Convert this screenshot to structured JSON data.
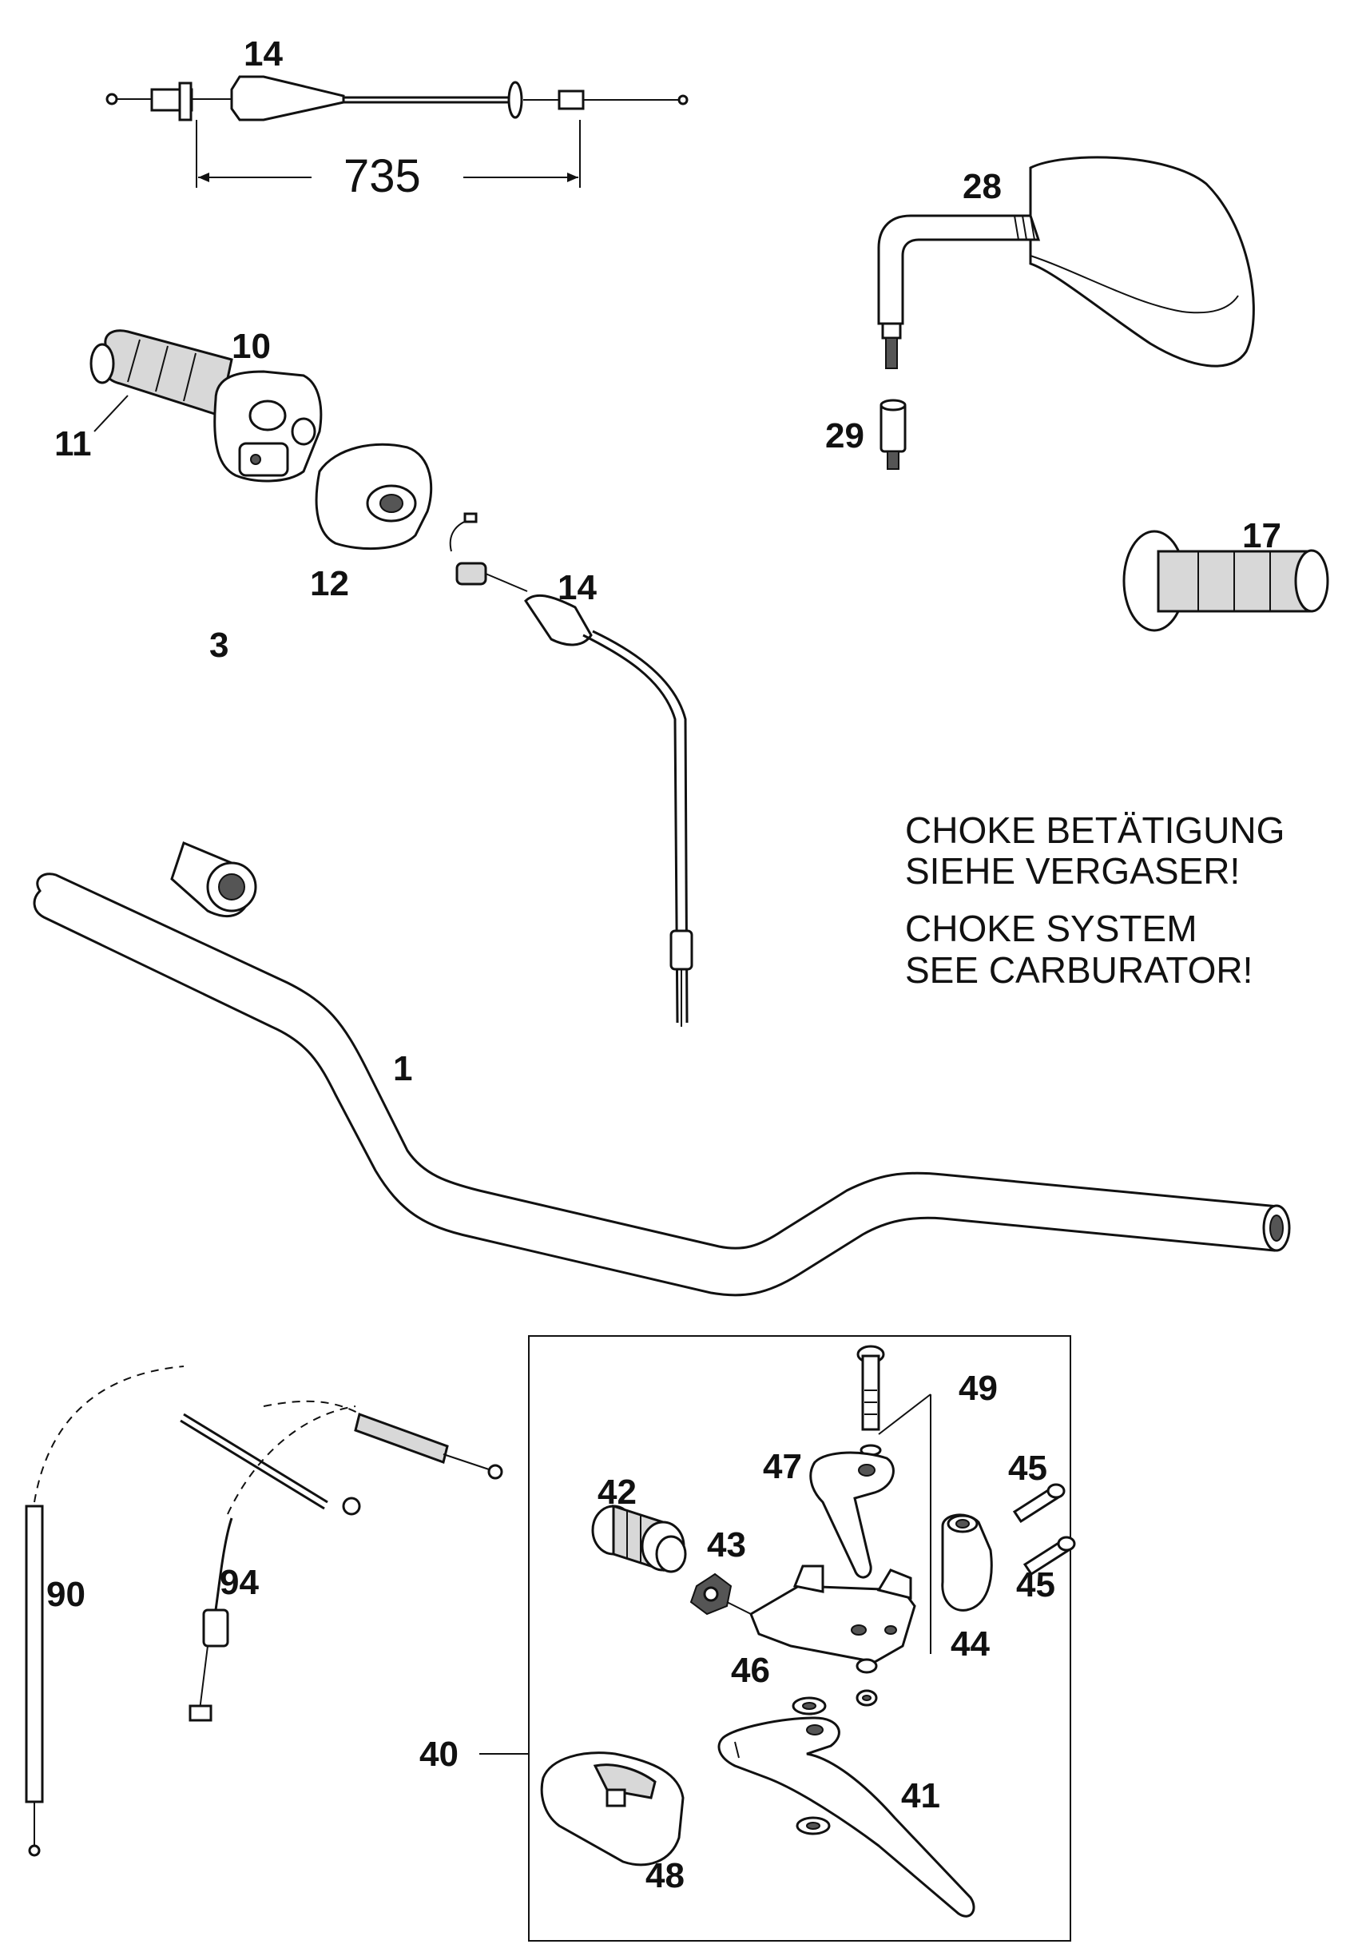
{
  "labels": {
    "p14_top": "14",
    "dim_735": "735",
    "p28": "28",
    "p10": "10",
    "p11": "11",
    "p29": "29",
    "p12": "12",
    "p14_mid": "14",
    "p17": "17",
    "p3": "3",
    "p1": "1",
    "p49": "49",
    "p47": "47",
    "p42": "42",
    "p45_a": "45",
    "p43": "43",
    "p45_b": "45",
    "p90": "90",
    "p94": "94",
    "p44": "44",
    "p46": "46",
    "p40": "40",
    "p41": "41",
    "p48": "48"
  },
  "note": {
    "line1": "CHOKE BETÄTIGUNG",
    "line2": "SIEHE VERGASER!",
    "line3": "CHOKE SYSTEM",
    "line4": "SEE CARBURATOR!"
  }
}
